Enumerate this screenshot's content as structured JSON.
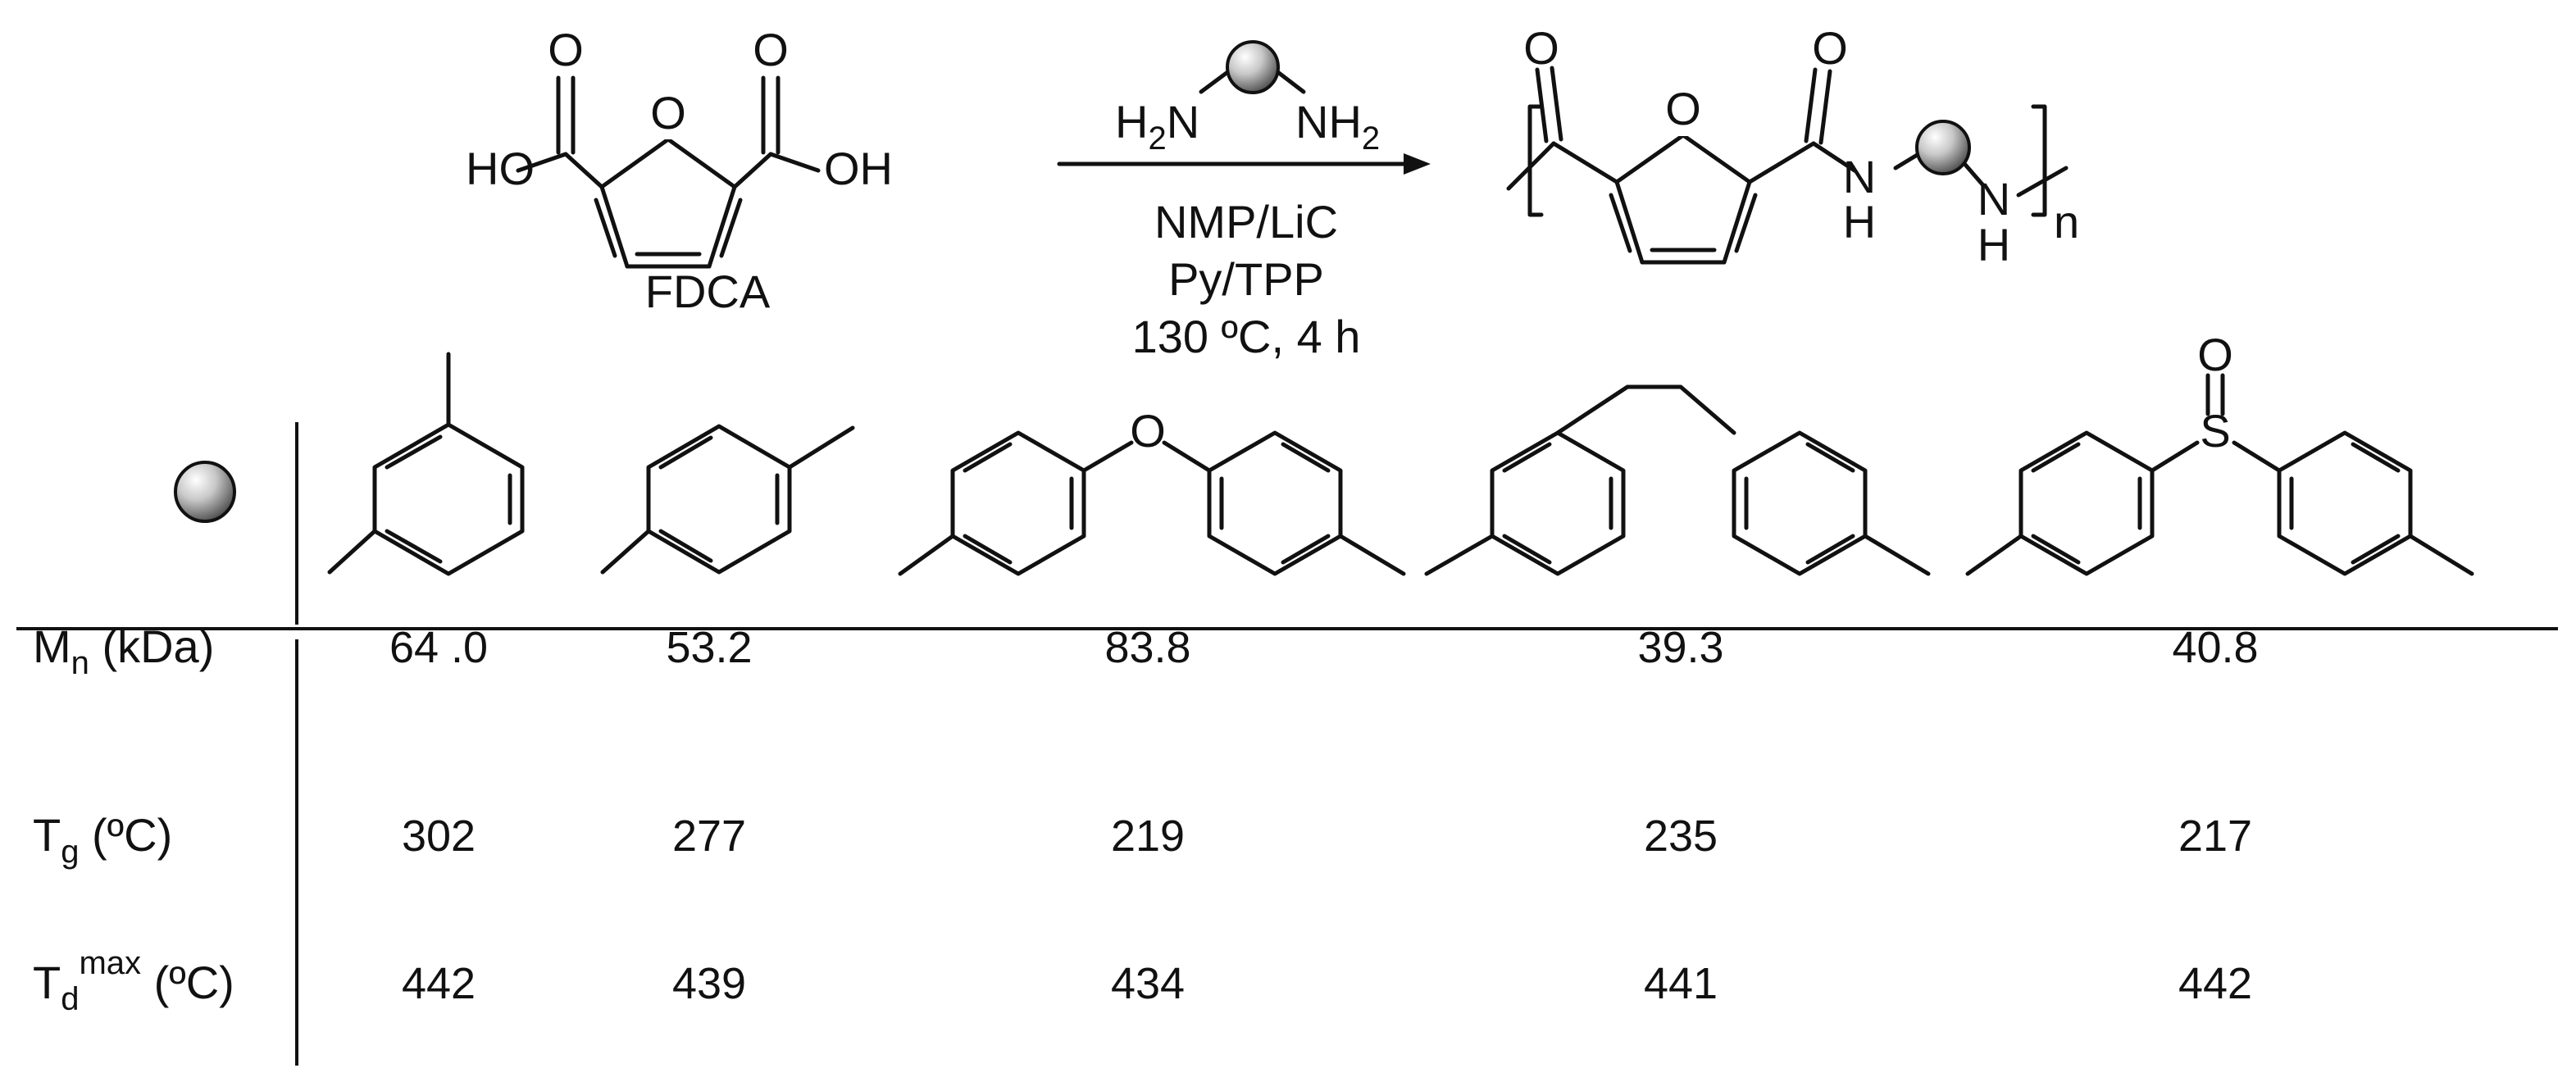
{
  "reaction": {
    "reactant_name": "FDCA",
    "conditions": [
      "NMP/LiC",
      "Py/TPP",
      "130 ºC, 4 h"
    ],
    "reagent_left": "H2N",
    "reagent_right": "NH2",
    "repeat_index": "n"
  },
  "table": {
    "rows": [
      {
        "id": "mn",
        "label_main": "M",
        "label_sub": "n",
        "label_sup": "",
        "label_unit": " (kDa)",
        "values": [
          "64 .0",
          "53.2",
          "83.8",
          "39.3",
          "40.8"
        ]
      },
      {
        "id": "tg",
        "label_main": "T",
        "label_sub": "g",
        "label_sup": "",
        "label_unit": " (ºC)",
        "values": [
          "302",
          "277",
          "219",
          "235",
          "217"
        ]
      },
      {
        "id": "td",
        "label_main": "T",
        "label_sub": "d",
        "label_sup": "max",
        "label_unit": " (ºC)",
        "values": [
          "442",
          "439",
          "434",
          "441",
          "442"
        ]
      }
    ],
    "diamines": [
      "m-phenylene",
      "p-phenylene",
      "4,4'-oxydiphenylene",
      "4,4'-methylenediphenylene",
      "4,4'-sulfinyldiphenylene"
    ]
  }
}
